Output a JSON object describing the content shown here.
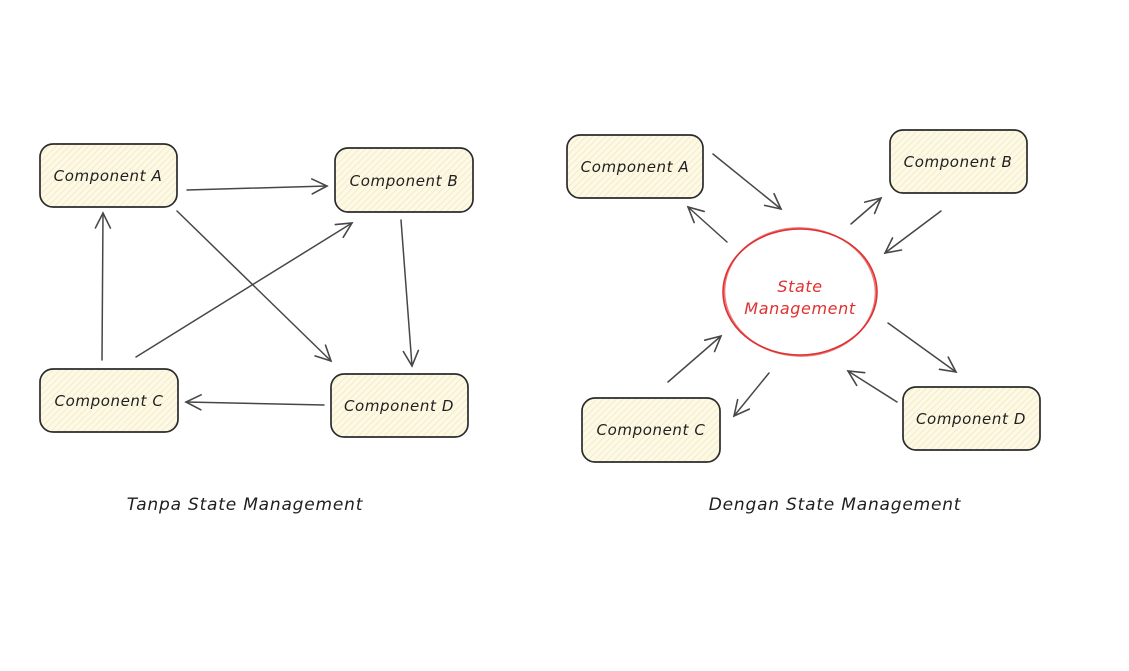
{
  "palette": {
    "background": "#ffffff",
    "box_fill": "#fdf9e7",
    "box_hatch": "#f3e7ba",
    "box_border": "#2b2b2b",
    "arrow": "#474747",
    "accent_red": "#e03131",
    "text": "#1f1f1f"
  },
  "left_diagram": {
    "caption": "Tanpa State Management",
    "nodes": {
      "a": "Component A",
      "b": "Component B",
      "c": "Component C",
      "d": "Component D"
    },
    "edges": [
      "A → B",
      "A → D",
      "C → A",
      "C → B",
      "B → D",
      "D → C"
    ]
  },
  "right_diagram": {
    "caption": "Dengan State Management",
    "nodes": {
      "a": "Component A",
      "b": "Component B",
      "c": "Component C",
      "d": "Component D"
    },
    "center": {
      "line1": "State",
      "line2": "Management"
    },
    "edges": [
      "A → State Management",
      "State Management → A",
      "B → State Management",
      "State Management → B",
      "C → State Management",
      "State Management → C",
      "D → State Management",
      "State Management → D"
    ]
  }
}
